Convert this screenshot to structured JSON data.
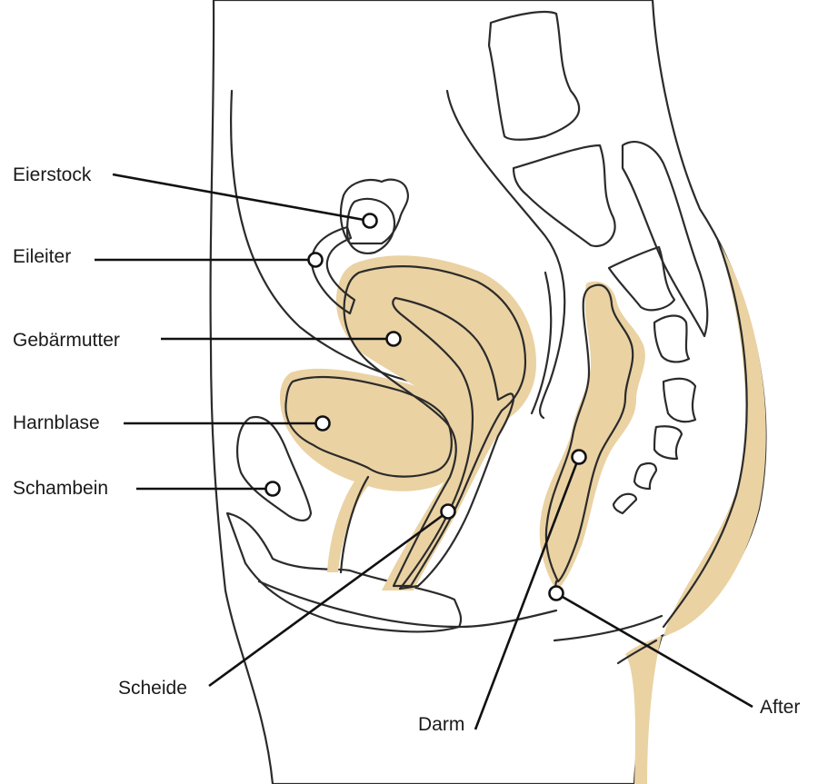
{
  "colors": {
    "skin": "#f6ecc1",
    "skin_shadow": "#ead2a3",
    "bone": "#ffffff",
    "uterus": "#e6ecf2",
    "ovary": "#a9b8cb",
    "bladder": "#d5a99b",
    "intestine": "#c98b86",
    "outline": "#2b2b2b"
  },
  "labels": {
    "ovary": "Eierstock",
    "fallopian_tube": "Eileiter",
    "uterus": "Gebärmutter",
    "bladder": "Harnblase",
    "pubic_bone": "Schambein",
    "vagina": "Scheide",
    "intestine": "Darm",
    "anus": "After"
  }
}
